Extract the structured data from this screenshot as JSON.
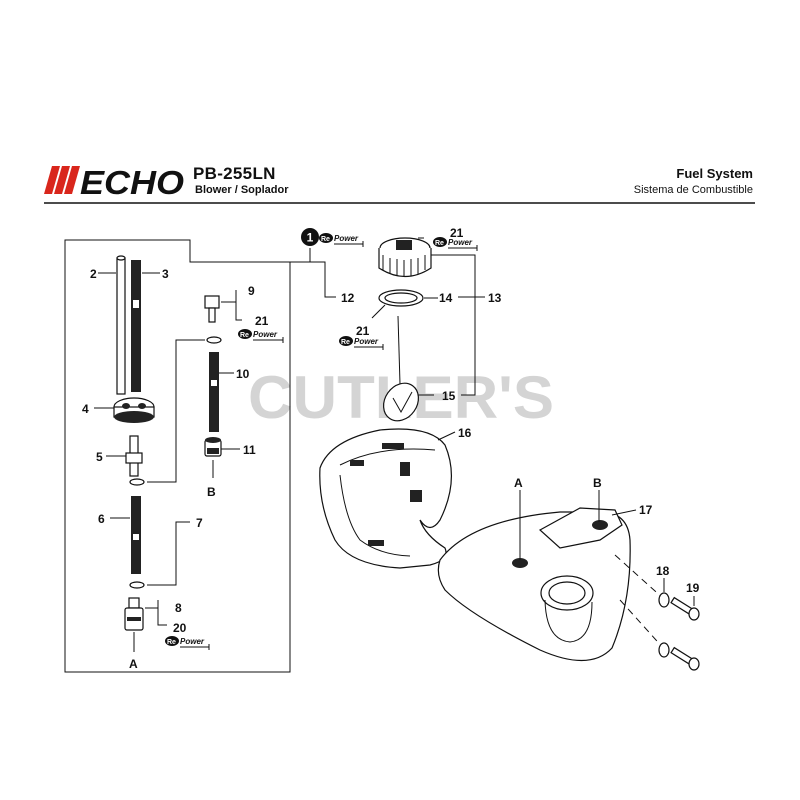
{
  "header": {
    "brand": "ECHO",
    "model": "PB-255LN",
    "subtitle": "Blower / Soplador",
    "section_title": "Fuel System",
    "section_subtitle": "Sistema de Combustible"
  },
  "watermark": "CUTLER'S",
  "repower": {
    "re": "Re",
    "power": "Power"
  },
  "callouts": {
    "c1": "1",
    "c2": "2",
    "c3": "3",
    "c4": "4",
    "c5": "5",
    "c6": "6",
    "c7": "7",
    "c8": "8",
    "c9": "9",
    "c10": "10",
    "c11": "11",
    "c12": "12",
    "c13": "13",
    "c14": "14",
    "c15": "15",
    "c16": "16",
    "c17": "17",
    "c18": "18",
    "c19": "19",
    "c20": "20",
    "c21a": "21",
    "c21b": "21",
    "c21c": "21"
  },
  "connectors": {
    "a": "A",
    "b": "B"
  },
  "colors": {
    "brand_red": "#d9261c",
    "ink": "#111111",
    "watermark": "#d4d4d4"
  }
}
